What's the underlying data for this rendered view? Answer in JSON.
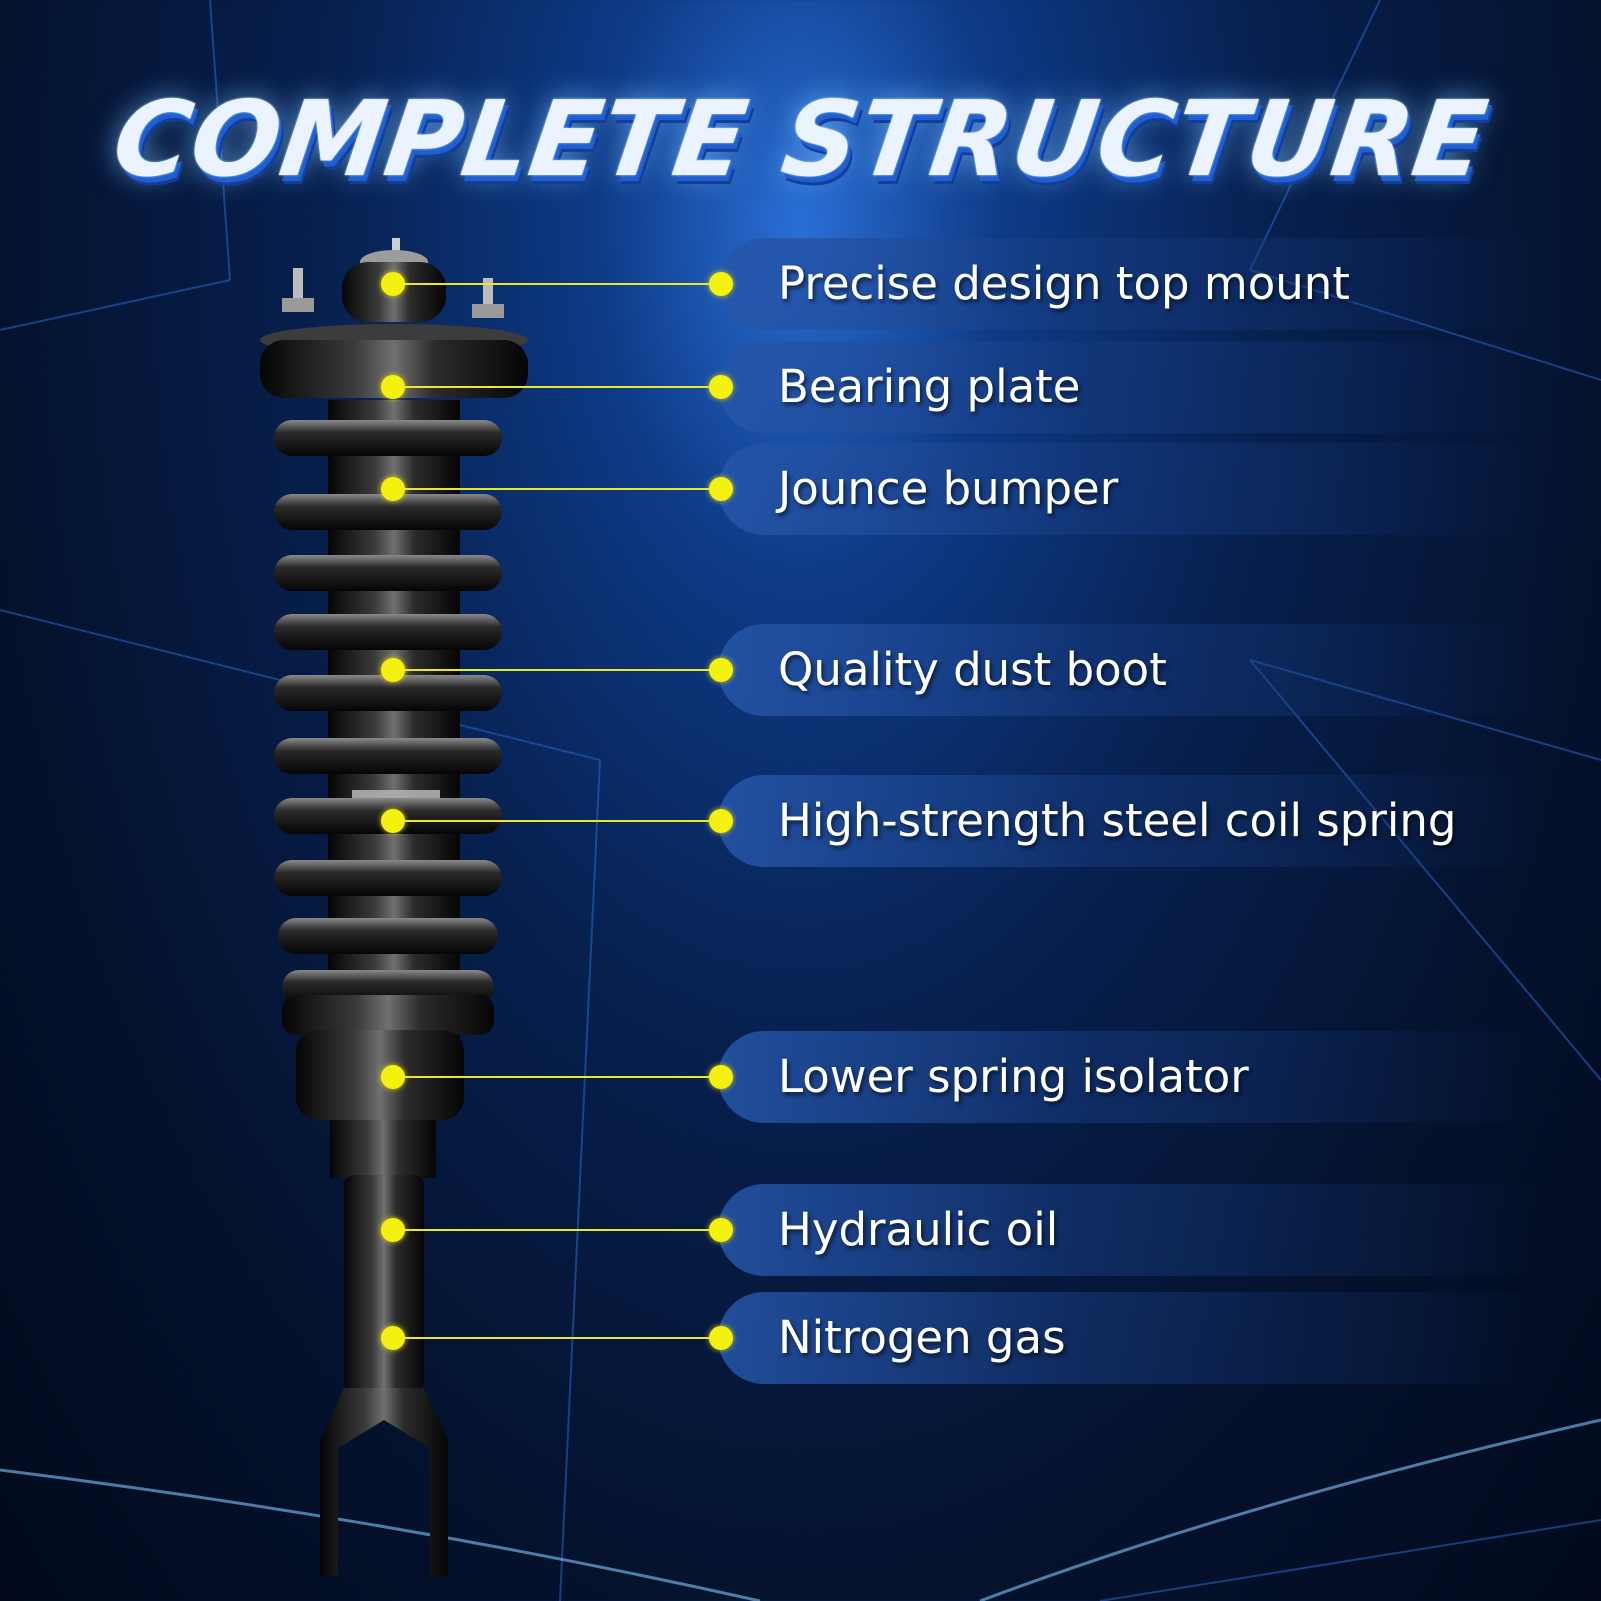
{
  "title": "COMPLETE STRUCTURE",
  "colors": {
    "accent_dot": "#f5f10e",
    "leader_line": "#e7e92a",
    "label_text": "#ffffff",
    "title_fill": "#eaf3ff",
    "title_shadow": "#1f5fd0"
  },
  "parts": [
    {
      "label": "Precise design top mount"
    },
    {
      "label": "Bearing plate"
    },
    {
      "label": "Jounce bumper"
    },
    {
      "label": "Quality dust boot"
    },
    {
      "label": "High-strength steel coil spring"
    },
    {
      "label": "Lower spring isolator"
    },
    {
      "label": "Hydraulic oil"
    },
    {
      "label": "Nitrogen gas"
    }
  ]
}
